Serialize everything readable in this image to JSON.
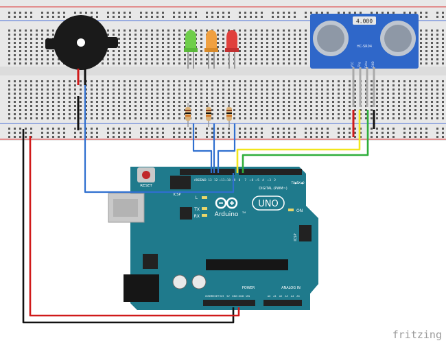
{
  "arduino": {
    "logo_text": "Arduino",
    "logo_mark": "TM",
    "model": "UNO",
    "reset_label": "RESET",
    "icsp_label": "ICSP",
    "icsp2_label": "ICSP",
    "led_l": "L",
    "led_tx": "TX",
    "led_rx": "RX",
    "led_on": "ON",
    "digital_label": "DIGITAL (PWM~)",
    "power_label": "POWER",
    "analog_label": "ANALOG IN",
    "aref_label": "AREF",
    "gnd_label": "GND",
    "txrx_label": "TX▶1",
    "rxtx_label": "RX◀0",
    "digital_pins": [
      "13",
      "12",
      "~11",
      "~10",
      "~9",
      "8",
      "7",
      "~6",
      "~5",
      "4",
      "~3",
      "2"
    ],
    "power_pins": [
      "IOREF",
      "RESET",
      "3V3",
      "5V",
      "GND",
      "GND",
      "VIN"
    ],
    "analog_pins": [
      "A0",
      "A1",
      "A2",
      "A3",
      "A4",
      "A5"
    ]
  },
  "sensor": {
    "display": "4.000",
    "model": "HC-SR04",
    "pins": [
      "VCC",
      "Trig",
      "Echo",
      "GND"
    ]
  },
  "footer": {
    "brand": "fritzing"
  },
  "colors": {
    "board": "#1f7a8c",
    "breadboard": "#e6e6e6",
    "wire_blue": "#2f6fcf",
    "wire_yellow": "#f2e61c",
    "wire_green": "#2fae3a",
    "wire_red": "#d01a1a",
    "wire_black": "#111111",
    "led_green": "#6fce4a",
    "led_orange": "#f0a040",
    "led_red": "#e0403c",
    "sensor": "#2f67c9"
  }
}
